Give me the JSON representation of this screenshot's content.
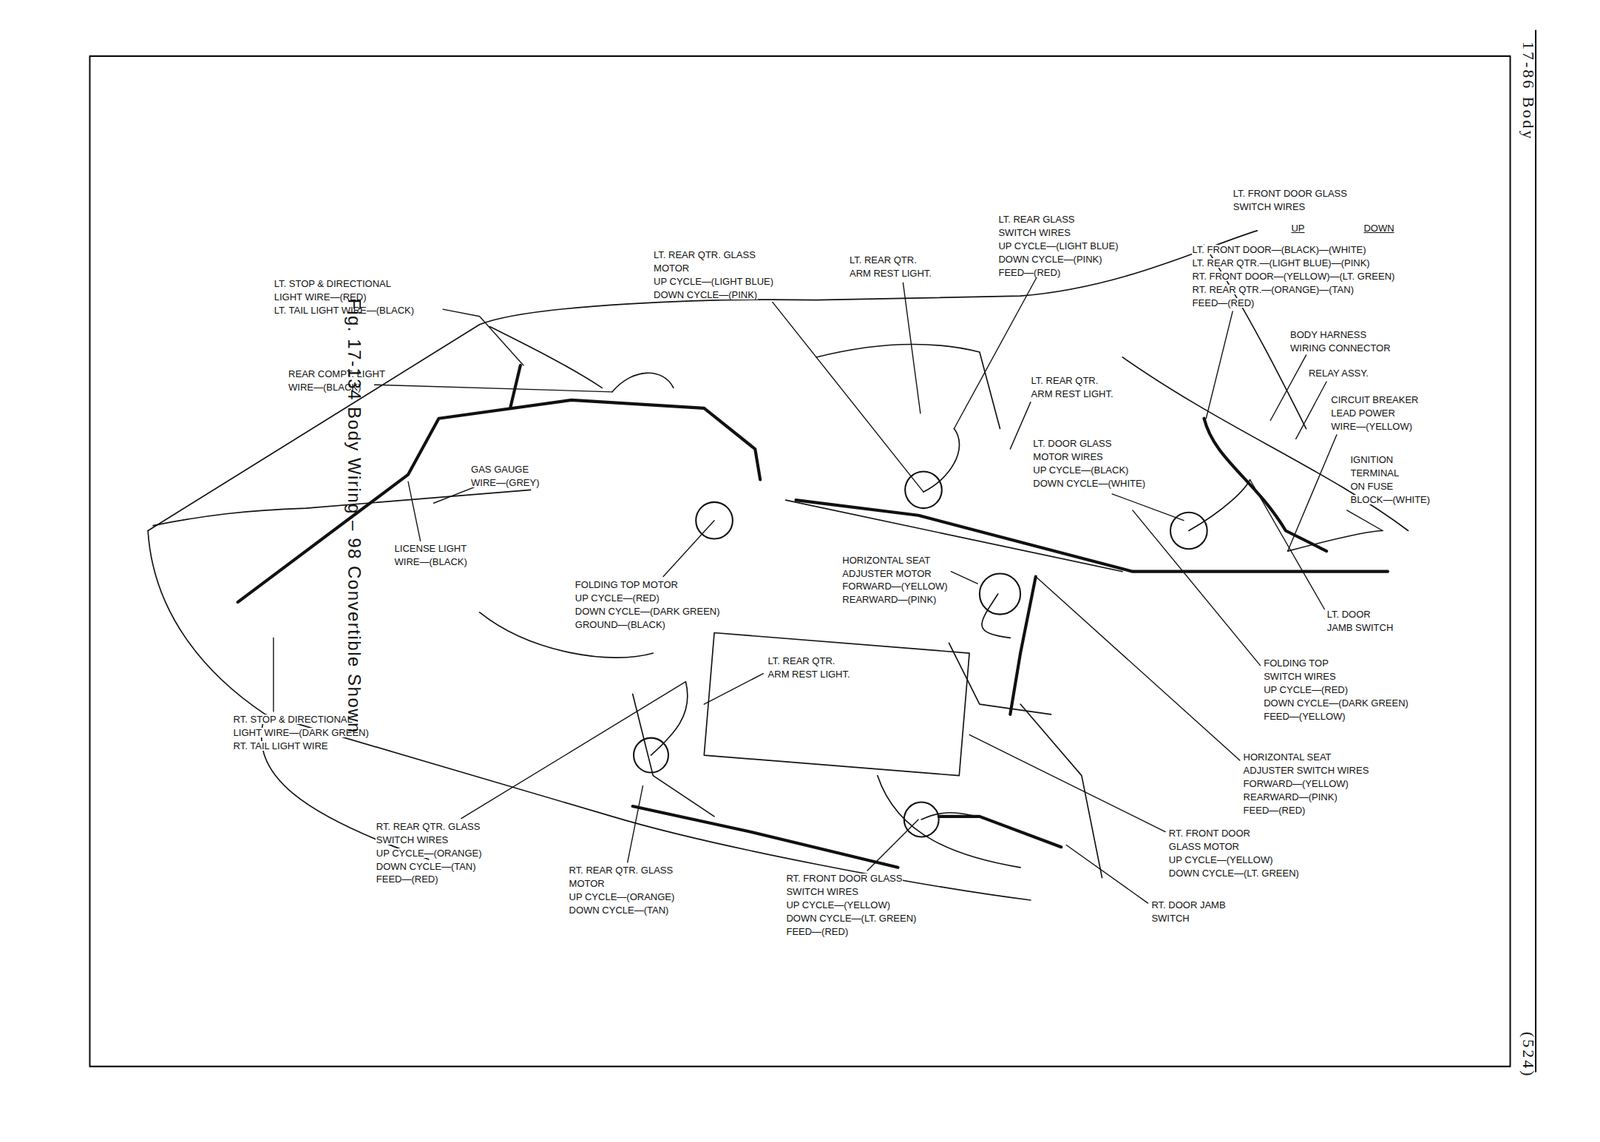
{
  "diagram": {
    "caption": "Fig. 17-134 Body Wiring – 98 Convertible Shown",
    "labels": [
      "17-86 Body",
      "LT. FRONT DOOR GLASS",
      "SWITCH WIRES",
      "UP",
      "DOWN",
      "LT. FRONT DOOR—(BLACK)—(WHITE)",
      "LT. REAR QTR.—(LIGHT BLUE)—(PINK)",
      "RT. FRONT DOOR—(YELLOW)—(LT. GREEN)",
      "RT. REAR QTR.—(ORANGE)—(TAN)",
      "FEED—(RED)",
      "BODY HARNESS",
      "WIRING CONNECTOR",
      "RELAY ASSY.",
      "CIRCUIT BREAKER",
      "LEAD POWER",
      "WIRE—(YELLOW)",
      "IGNITION",
      "TERMINAL",
      "ON FUSE",
      "BLOCK—(WHITE)",
      "LT. REAR GLASS",
      "SWITCH WIRES",
      "UP CYCLE—(LIGHT BLUE)",
      "DOWN CYCLE—(PINK)",
      "FEED—(RED)",
      "LT. REAR QTR.",
      "ARM REST LIGHT.",
      "LT. REAR QTR. GLASS",
      "MOTOR",
      "UP CYCLE—(LIGHT BLUE)",
      "DOWN CYCLE—(PINK)",
      "LT. STOP & DIRECTIONAL",
      "LIGHT WIRE—(RED)",
      "LT. TAIL LIGHT WIRE—(BLACK)",
      "REAR COMPT. LIGHT",
      "WIRE—(BLACK)",
      "LT. REAR QTR.",
      "ARM REST LIGHT.",
      "LT. DOOR GLASS",
      "MOTOR WIRES",
      "UP CYCLE—(BLACK)",
      "DOWN CYCLE—(WHITE)",
      "GAS GAUGE",
      "WIRE—(GREY)",
      "LICENSE LIGHT",
      "WIRE—(BLACK)",
      "FOLDING TOP MOTOR",
      "UP CYCLE—(RED)",
      "DOWN CYCLE—(DARK GREEN)",
      "GROUND—(BLACK)",
      "HORIZONTAL SEAT",
      "ADJUSTER MOTOR",
      "FORWARD—(YELLOW)",
      "REARWARD—(PINK)",
      "LT. DOOR",
      "JAMB SWITCH",
      "FOLDING TOP",
      "SWITCH WIRES",
      "UP CYCLE—(RED)",
      "DOWN CYCLE—(DARK GREEN)",
      "FEED—(YELLOW)",
      "LT. REAR QTR.",
      "ARM REST LIGHT.",
      "RT. STOP & DIRECTIONAL",
      "LIGHT WIRE—(DARK GREEN)",
      "RT. TAIL LIGHT WIRE",
      "HORIZONTAL SEAT",
      "ADJUSTER SWITCH WIRES",
      "FORWARD—(YELLOW)",
      "REARWARD—(PINK)",
      "FEED—(RED)",
      "RT. FRONT DOOR",
      "GLASS MOTOR",
      "UP CYCLE—(YELLOW)",
      "DOWN CYCLE—(LT. GREEN)",
      "RT. REAR QTR. GLASS",
      "SWITCH WIRES",
      "UP CYCLE—(ORANGE)",
      "DOWN CYCLE—(TAN)",
      "FEED—(RED)",
      "RT. REAR QTR. GLASS",
      "MOTOR",
      "UP CYCLE—(ORANGE)",
      "DOWN CYCLE—(TAN)",
      "RT. FRONT DOOR GLASS",
      "SWITCH WIRES",
      "UP CYCLE—(YELLOW)",
      "DOWN CYCLE—(LT. GREEN)",
      "FEED—(RED)",
      "RT. DOOR JAMB",
      "SWITCH",
      "(524)"
    ]
  }
}
